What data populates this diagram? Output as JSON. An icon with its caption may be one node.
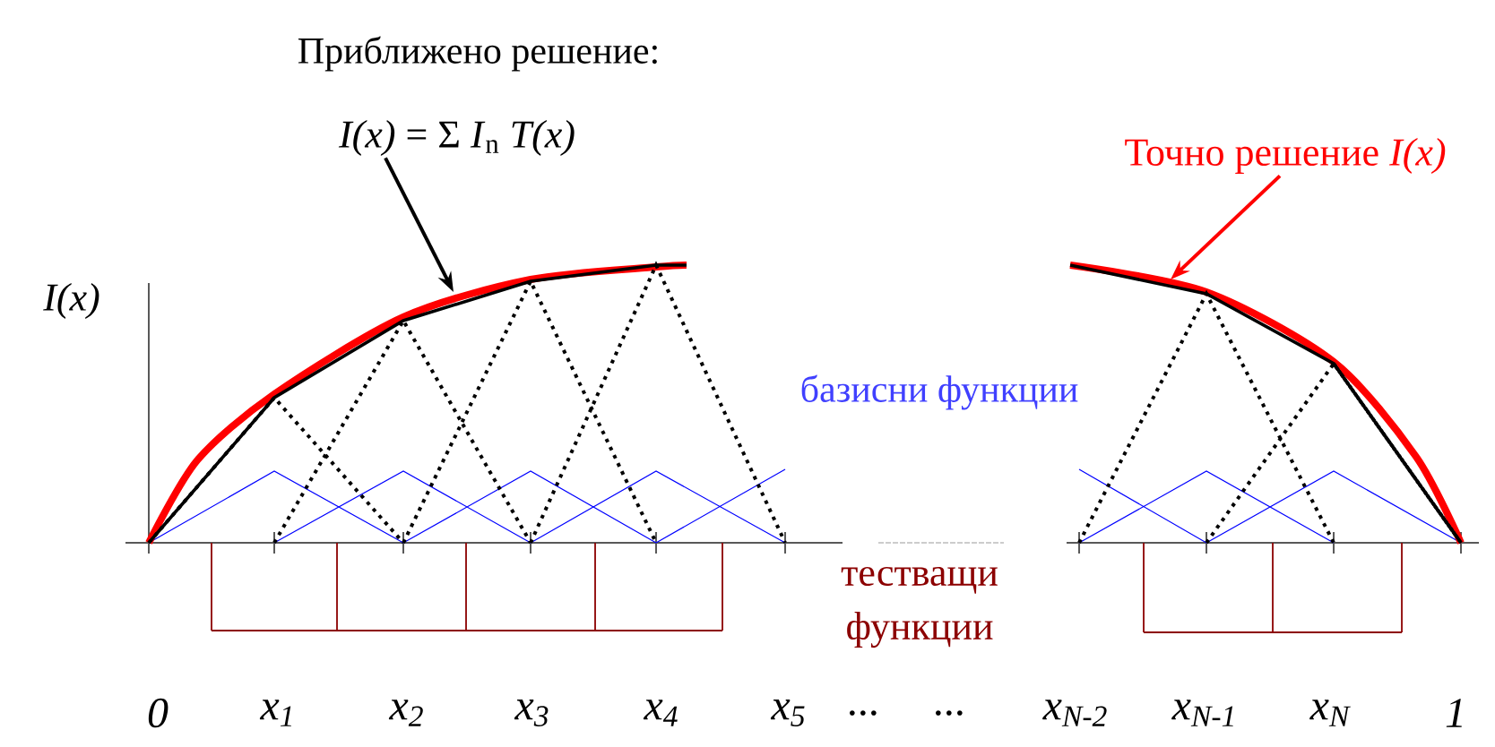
{
  "diagram": {
    "nodes": [
      {
        "text": [
          "*I(x)* = Σ *I*$_{n}$ *T(x)*"
        ]
      },
      {
        "text": [
          "Точно решение *I(x)*"
        ]
      }
    ],
    "edges": [
      {
        "from": 0,
        "to": null,
        "arrow": "to"
      },
      {
        "from": 1,
        "to": null,
        "arrow": "to",
        "color": "#ff0000"
      }
    ],
    "labels": [
      "Приближено решение:",
      "I(x)",
      "базисни функции",
      "тестващи функции",
      "0",
      "x$_{1}$",
      "x$_{2}$",
      "x$_{3}$",
      "x$_{4}$",
      "x$_{5}$",
      "...",
      "...",
      "x$_{N-2}$",
      "x$_{N-1}$",
      "x$_{N}$",
      "1"
    ]
  }
}
